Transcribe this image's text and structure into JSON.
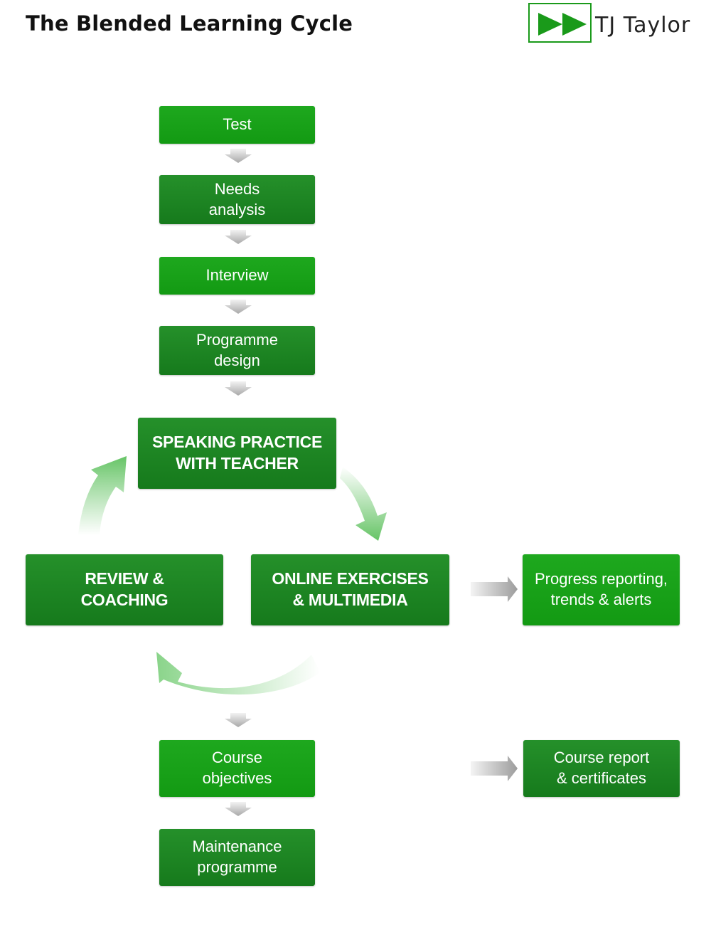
{
  "header": {
    "title": "The Blended Learning Cycle",
    "logo_text": "TJ Taylor"
  },
  "flow": {
    "test": "Test",
    "needs_analysis": "Needs\nanalysis",
    "interview": "Interview",
    "programme_design": "Programme\ndesign",
    "speaking_practice": "SPEAKING PRACTICE\nWITH TEACHER",
    "review_coaching": "REVIEW &\nCOACHING",
    "online_exercises": "ONLINE EXERCISES\n& MULTIMEDIA",
    "progress_reporting": "Progress reporting,\ntrends & alerts",
    "course_objectives": "Course\nobjectives",
    "maintenance_programme": "Maintenance\nprogramme",
    "course_report": "Course report\n& certificates"
  },
  "colors": {
    "box_light": "#1ea81e",
    "box_dark": "#1c8a22",
    "cycle_arrow": "#6cc96c",
    "connector_arrow": "#bdbdbd",
    "logo_green": "#1a9a1a"
  }
}
